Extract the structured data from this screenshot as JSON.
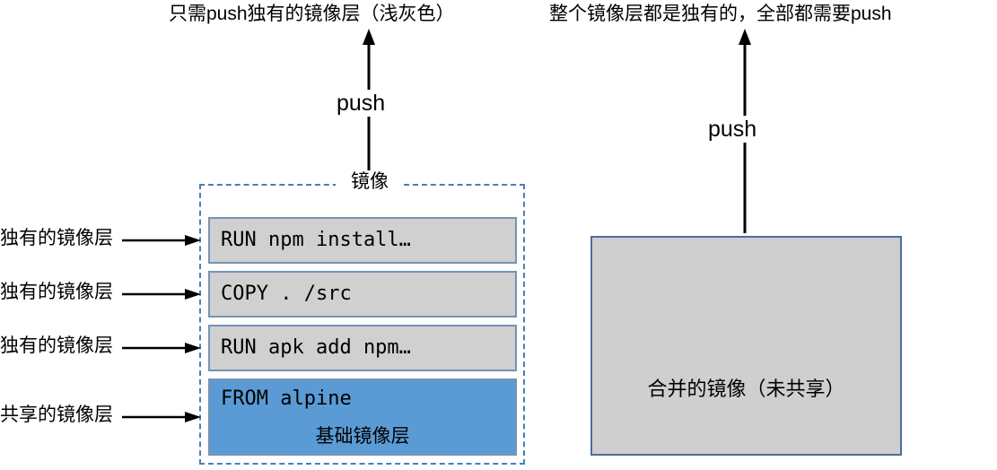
{
  "captions": {
    "left": "只需push独有的镜像层（浅灰色）",
    "right": "整个镜像层都是独有的，全部都需要push"
  },
  "push_arrows": {
    "left_label": "push",
    "right_label": "push"
  },
  "image_container": {
    "title": "镜像",
    "border_color": "#4a7ebb",
    "layers": [
      {
        "command": "RUN npm install…",
        "fill_color": "#d0d0d0",
        "border_color": "#7593b3",
        "side_label": "独有的镜像层",
        "kind": "unique"
      },
      {
        "command": "COPY . /src",
        "fill_color": "#d0d0d0",
        "border_color": "#7593b3",
        "side_label": "独有的镜像层",
        "kind": "unique"
      },
      {
        "command": "RUN apk add npm…",
        "fill_color": "#d0d0d0",
        "border_color": "#7593b3",
        "side_label": "独有的镜像层",
        "kind": "unique"
      },
      {
        "command": "FROM alpine",
        "subtitle": "基础镜像层",
        "fill_color": "#5b9bd5",
        "border_color": "#7593b3",
        "side_label": "共享的镜像层",
        "kind": "shared"
      }
    ]
  },
  "merged_image": {
    "label": "合并的镜像（未共享）",
    "fill_color": "#cfcfcf",
    "border_color": "#4a6f9c"
  }
}
